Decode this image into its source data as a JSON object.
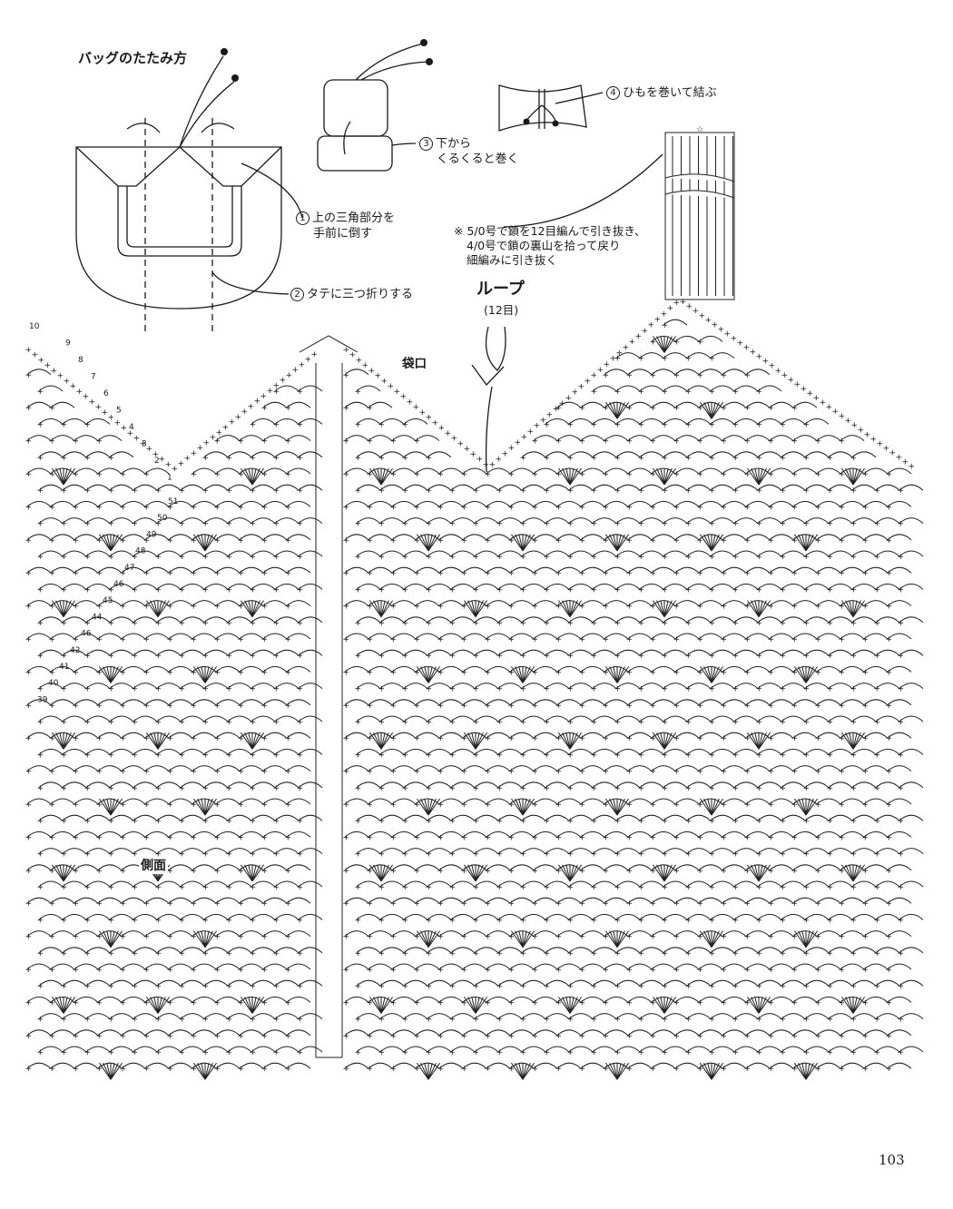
{
  "folding": {
    "title": "バッグのたたみ方",
    "steps": [
      {
        "num": "1",
        "lines": [
          "上の三角部分を",
          "手前に倒す"
        ]
      },
      {
        "num": "2",
        "lines": [
          "タテに三つ折りする"
        ]
      },
      {
        "num": "3",
        "lines": [
          "下から",
          "くるくると巻く"
        ]
      },
      {
        "num": "4",
        "lines": [
          "ひもを巻いて結ぶ"
        ]
      }
    ]
  },
  "note": {
    "lines": [
      "※ 5/0号で鎖を12目編んで引き抜き、",
      "4/0号で鎖の裏山を拾って戻り",
      "細編みに引き抜く"
    ]
  },
  "loop": {
    "title": "ループ",
    "count": "(12目)"
  },
  "chart": {
    "mouth_label": "袋口",
    "side_label": "側面",
    "left_row_numbers": [
      "10",
      "9",
      "8",
      "7",
      "6",
      "5",
      "4",
      "3",
      "2",
      "1"
    ],
    "side_row_numbers": [
      "51",
      "50",
      "49",
      "48",
      "47",
      "46",
      "45",
      "44",
      "46",
      "42",
      "41",
      "40",
      "39"
    ]
  },
  "page_number": "103"
}
